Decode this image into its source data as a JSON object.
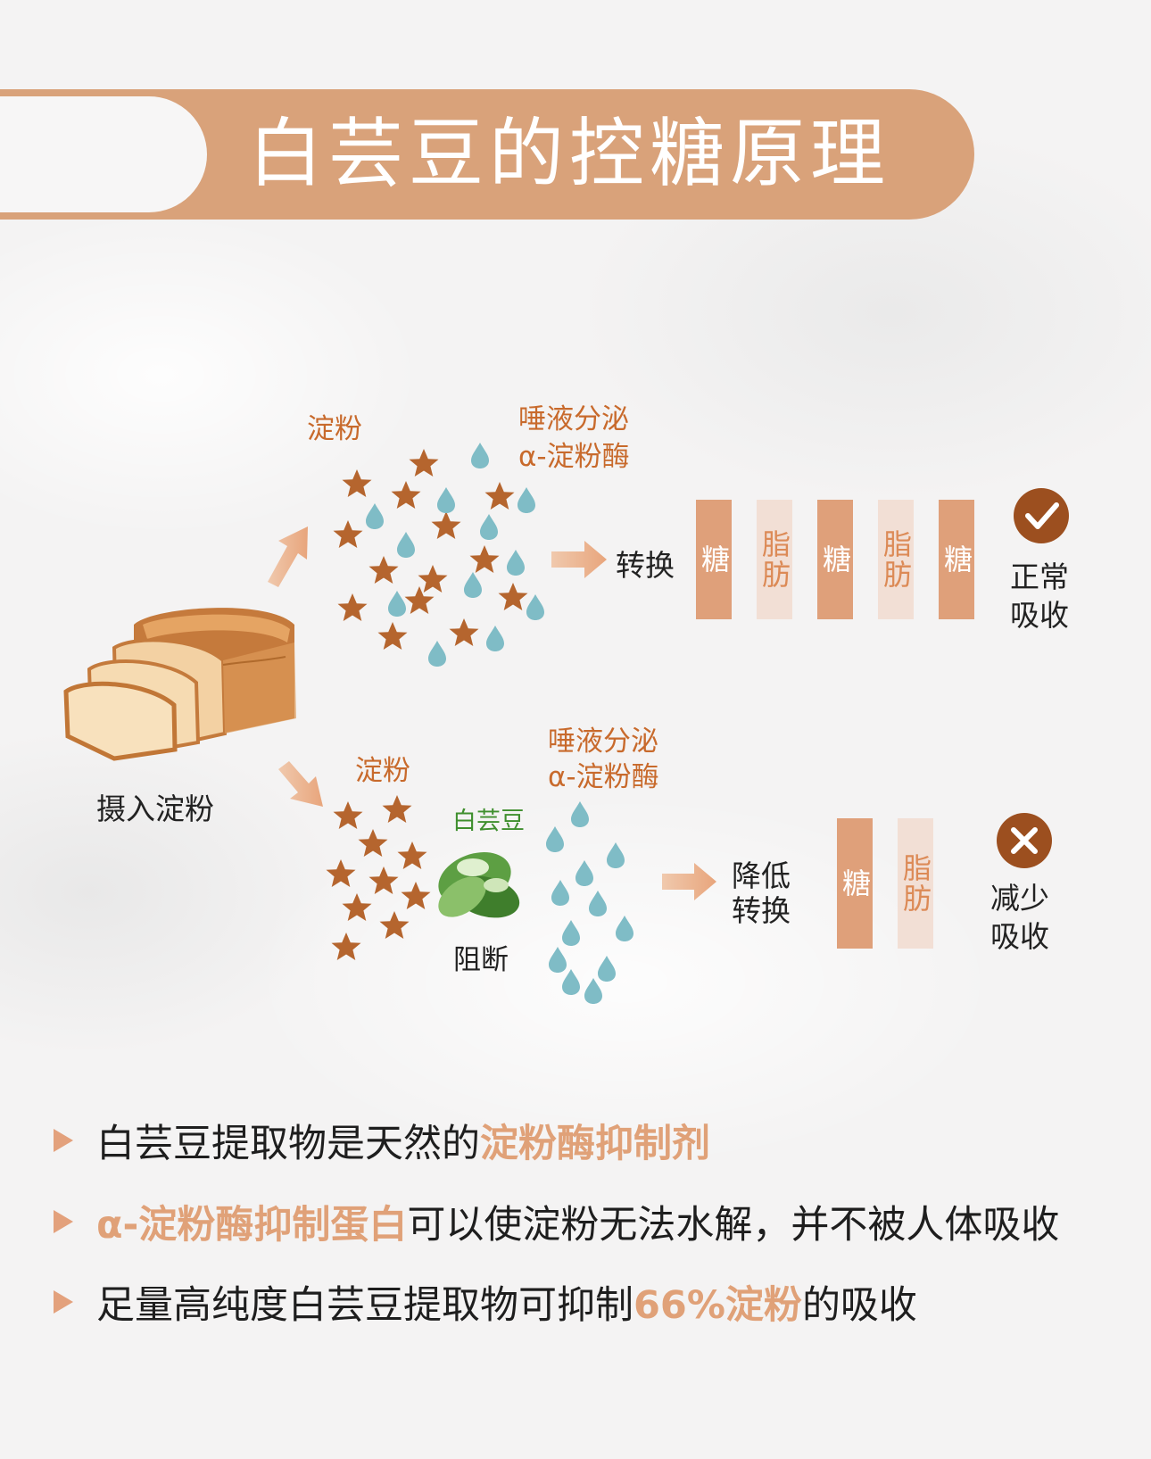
{
  "title": "白芸豆的控糖原理",
  "intake_label": "摄入淀粉",
  "upper": {
    "starch_label": "淀粉",
    "enzyme_line1": "唾液分泌",
    "enzyme_line2": "α-淀粉酶",
    "convert_label": "转换",
    "bars": [
      "糖",
      "脂肪",
      "糖",
      "脂肪",
      "糖"
    ],
    "result_line1": "正常",
    "result_line2": "吸收"
  },
  "lower": {
    "starch_label": "淀粉",
    "bean_label": "白芸豆",
    "block_label": "阻断",
    "enzyme_line1": "唾液分泌",
    "enzyme_line2": "α-淀粉酶",
    "convert_line1": "降低",
    "convert_line2": "转换",
    "bars": [
      "糖",
      "脂肪"
    ],
    "result_line1": "减少",
    "result_line2": "吸收"
  },
  "bullets": [
    {
      "pre": "白芸豆提取物是天然的",
      "hl": "淀粉酶抑制剂",
      "post": ""
    },
    {
      "pre": "",
      "hl": "α-淀粉酶抑制蛋白",
      "post": "可以使淀粉无法水解，并不被人体吸收"
    },
    {
      "pre": "足量高纯度白芸豆提取物可抑制",
      "hl": "66%淀粉",
      "post": "的吸收"
    }
  ],
  "colors": {
    "accent": "#d9a27a",
    "star": "#b5652e",
    "drop": "#7fbcc6",
    "sugar_bar": "#dfa07a",
    "fat_bar": "#f2dfd5",
    "label_orange": "#c86a2c",
    "icon_brown": "#9c4f1f"
  },
  "icons": [
    "bread-icon",
    "star-icon",
    "water-drop-icon",
    "arrow-icon",
    "check-icon",
    "cross-icon",
    "bean-pod-icon",
    "triangle-bullet-icon"
  ]
}
